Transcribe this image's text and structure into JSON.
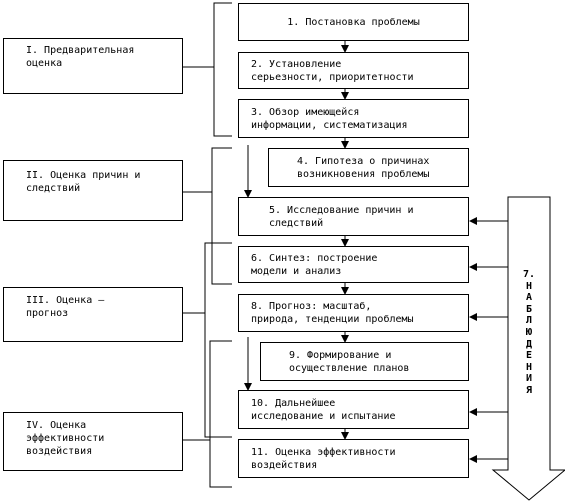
{
  "steps": [
    "1. Постановка проблемы",
    "2. Установление\nсерьезности, приоритетности",
    "3. Обзор имеющейся\nинформации, систематизация",
    "4. Гипотеза о причинах\nвозникновения проблемы",
    "5. Исследование причин и\nследствий",
    "6. Синтез: построение\nмодели и анализ",
    "8. Прогноз: масштаб,\nприрода, тенденции проблемы",
    "9. Формирование и\nосуществление планов",
    "10. Дальнейшее\nисследование и испытание",
    "11. Оценка эффективности\nвоздействия"
  ],
  "phases": [
    "I. Предварительная\nоценка",
    "II. Оценка причин и\nследствий",
    "III. Оценка –\nпрогноз",
    "IV. Оценка\nэффективности\nвоздействия"
  ],
  "observation_label": "7.\nН\nА\nБ\nЛ\nЮ\nД\nЕ\nН\nИ\nЯ"
}
